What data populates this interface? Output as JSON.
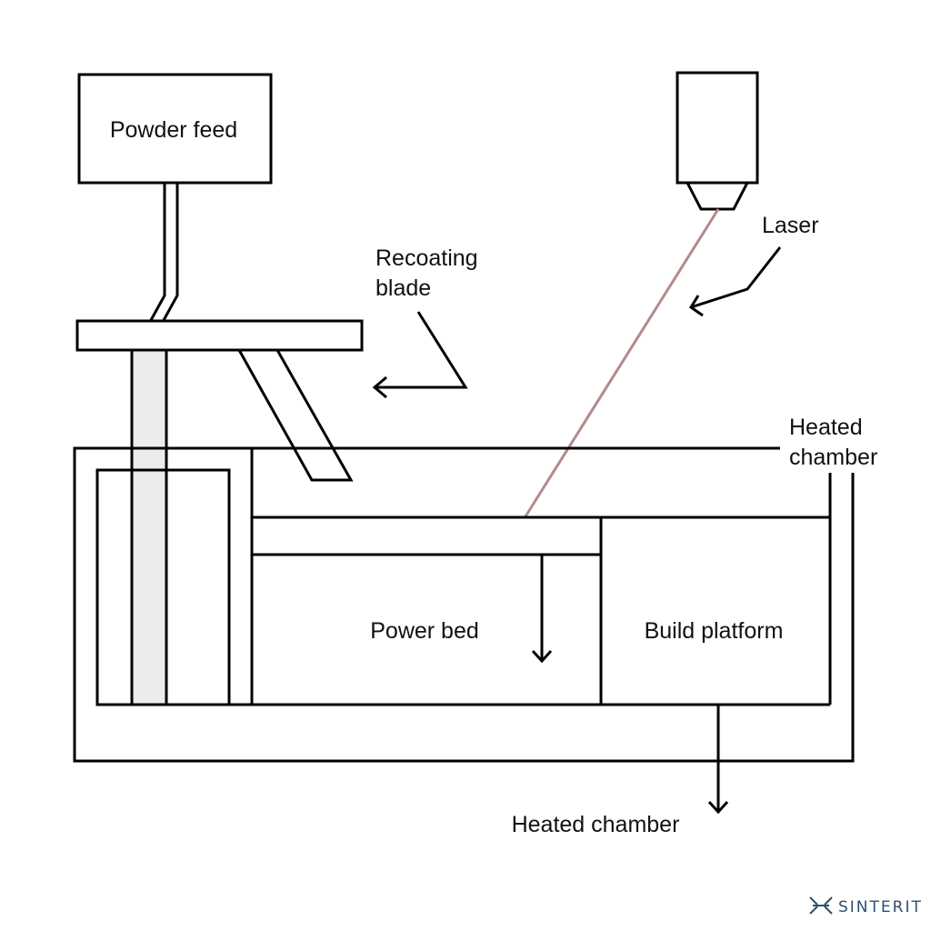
{
  "diagram": {
    "labels": {
      "powder_feed": "Powder feed",
      "recoating_blade_line1": "Recoating",
      "recoating_blade_line2": "blade",
      "laser": "Laser",
      "heated_chamber_right_line1": "Heated",
      "heated_chamber_right_line2": "chamber",
      "power_bed": "Power bed",
      "build_platform": "Build platform",
      "heated_chamber_bottom": "Heated chamber"
    },
    "colors": {
      "outline": "#000000",
      "laser_beam": "#b48a8a",
      "feed_shaft_fill": "#ececec",
      "brand": "#2f4f6f"
    }
  },
  "brand": {
    "name": "SINTERIT",
    "icon": "sinterit-logo-icon"
  }
}
